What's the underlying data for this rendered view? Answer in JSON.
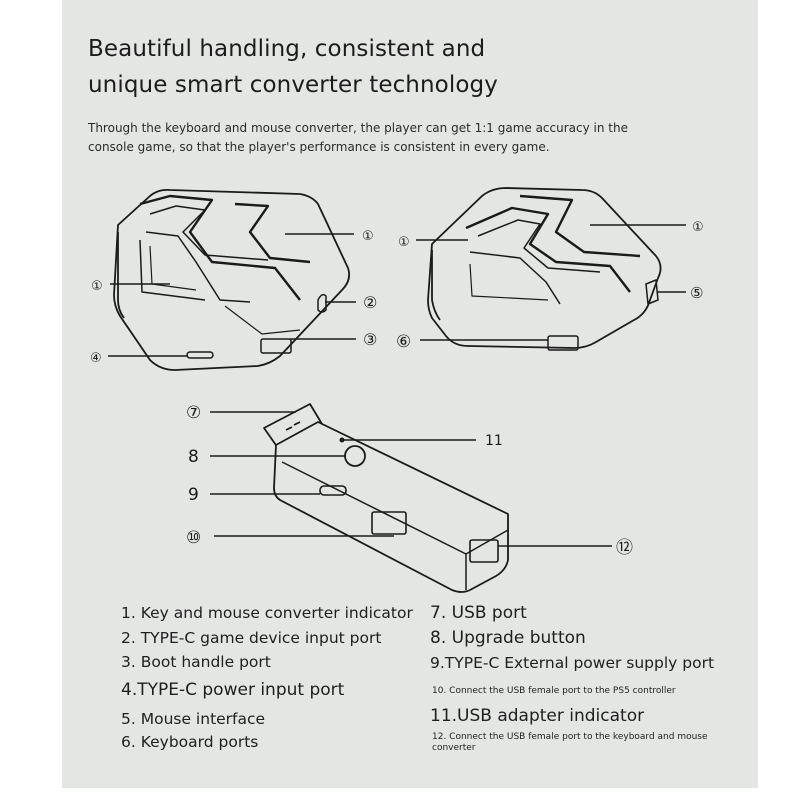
{
  "heading": {
    "line1": "Beautiful handling, consistent and",
    "line2": "unique smart converter technology"
  },
  "intro": {
    "line1": "Through the keyboard and mouse converter, the player can get 1:1 game accuracy in the",
    "line2": "console game, so that the player's performance is consistent in every game."
  },
  "callouts": {
    "left_top_1": "①",
    "left_mid_1": "①",
    "left_2": "②",
    "left_3": "③",
    "left_4": "④",
    "right_top_1": "①",
    "right_left_1": "①",
    "right_5": "⑤",
    "right_6": "⑥",
    "dongle_7": "⑦",
    "dongle_8": "8",
    "dongle_9": "9",
    "dongle_10": "⑩",
    "dongle_11": "11",
    "dongle_12": "⑫"
  },
  "legend": {
    "item1": "1. Key and mouse converter indicator",
    "item2": "2. TYPE-C game device input port",
    "item3": "3. Boot handle port",
    "item4": "4.TYPE-C power input port",
    "item5": "5. Mouse interface",
    "item6": "6. Keyboard ports",
    "item7": "7. USB port",
    "item8": "8. Upgrade button",
    "item9": "9.TYPE-C External power supply port",
    "item10": "10. Connect the USB female port to the PS5 controller",
    "item11": "11.USB adapter indicator",
    "item12_line1": "12. Connect the USB female port to the keyboard and mouse",
    "item12_line2": "converter"
  },
  "colors": {
    "panel": "#e4e6e4",
    "line": "#1a1a1a",
    "text": "#222222"
  }
}
